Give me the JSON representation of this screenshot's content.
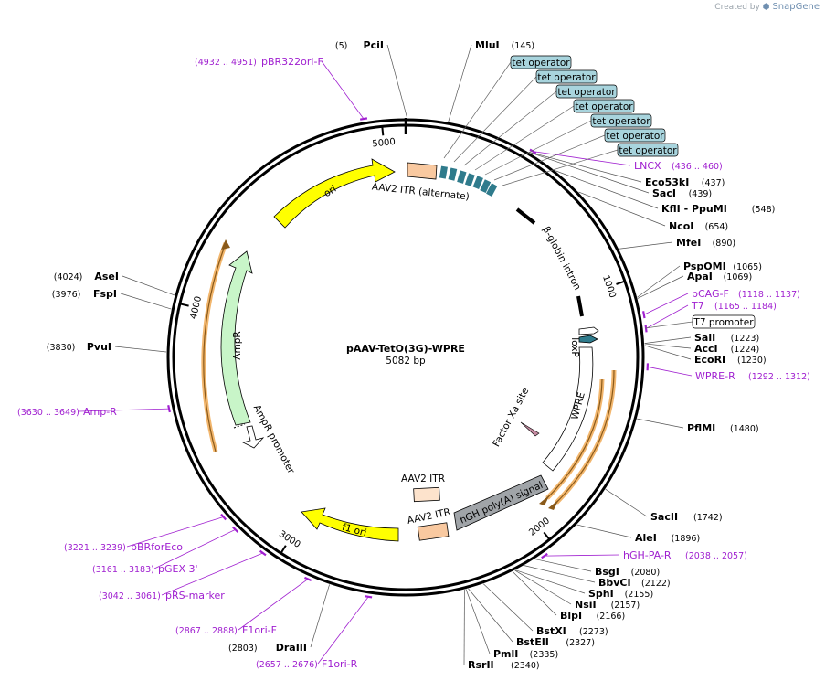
{
  "credit": {
    "prefix": "Created by",
    "brand": "SnapGene"
  },
  "plasmid": {
    "name": "pAAV-TetO(3G)-WPRE",
    "length_label": "5082 bp",
    "length": 5082
  },
  "ticks": [
    {
      "pos": 1000,
      "label": "1000"
    },
    {
      "pos": 2000,
      "label": "2000"
    },
    {
      "pos": 3000,
      "label": "3000"
    },
    {
      "pos": 4000,
      "label": "4000"
    },
    {
      "pos": 5000,
      "label": "5000"
    }
  ],
  "enzymes": [
    {
      "name": "PciI",
      "pos_label": "(5)",
      "pos": 5
    },
    {
      "name": "MluI",
      "pos_label": "(145)",
      "pos": 145
    },
    {
      "name": "Eco53kI",
      "pos_label": "(437)",
      "pos": 437
    },
    {
      "name": "SacI",
      "pos_label": "(439)",
      "pos": 439
    },
    {
      "name": "KflI - PpuMI",
      "pos_label": "(548)",
      "pos": 548
    },
    {
      "name": "NcoI",
      "pos_label": "(654)",
      "pos": 654
    },
    {
      "name": "MfeI",
      "pos_label": "(890)",
      "pos": 890
    },
    {
      "name": "PspOMI",
      "pos_label": "(1065)",
      "pos": 1065
    },
    {
      "name": "ApaI",
      "pos_label": "(1069)",
      "pos": 1069
    },
    {
      "name": "SalI",
      "pos_label": "(1223)",
      "pos": 1223
    },
    {
      "name": "AccI",
      "pos_label": "(1224)",
      "pos": 1224
    },
    {
      "name": "EcoRI",
      "pos_label": "(1230)",
      "pos": 1230
    },
    {
      "name": "PflMI",
      "pos_label": "(1480)",
      "pos": 1480
    },
    {
      "name": "SacII",
      "pos_label": "(1742)",
      "pos": 1742
    },
    {
      "name": "AleI",
      "pos_label": "(1896)",
      "pos": 1896
    },
    {
      "name": "BsgI",
      "pos_label": "(2080)",
      "pos": 2080
    },
    {
      "name": "BbvCI",
      "pos_label": "(2122)",
      "pos": 2122
    },
    {
      "name": "SphI",
      "pos_label": "(2155)",
      "pos": 2155
    },
    {
      "name": "NsiI",
      "pos_label": "(2157)",
      "pos": 2157
    },
    {
      "name": "BlpI",
      "pos_label": "(2166)",
      "pos": 2166
    },
    {
      "name": "BstXI",
      "pos_label": "(2273)",
      "pos": 2273
    },
    {
      "name": "BstEII",
      "pos_label": "(2327)",
      "pos": 2327
    },
    {
      "name": "PmlI",
      "pos_label": "(2335)",
      "pos": 2335
    },
    {
      "name": "RsrII",
      "pos_label": "(2340)",
      "pos": 2340
    },
    {
      "name": "DraIII",
      "pos_label": "(2803)",
      "pos": 2803
    },
    {
      "name": "PvuI",
      "pos_label": "(3830)",
      "pos": 3830
    },
    {
      "name": "FspI",
      "pos_label": "(3976)",
      "pos": 3976
    },
    {
      "name": "AseI",
      "pos_label": "(4024)",
      "pos": 4024
    }
  ],
  "primers": [
    {
      "name": "pBR322ori-F",
      "range": "(4932 .. 4951)",
      "pos": 4941
    },
    {
      "name": "LNCX",
      "range": "(436 .. 460)",
      "pos": 448
    },
    {
      "name": "pCAG-F",
      "range": "(1118 .. 1137)",
      "pos": 1127
    },
    {
      "name": "T7",
      "range": "(1165 .. 1184)",
      "pos": 1174
    },
    {
      "name": "WPRE-R",
      "range": "(1292 .. 1312)",
      "pos": 1302
    },
    {
      "name": "hGH-PA-R",
      "range": "(2038 .. 2057)",
      "pos": 2047
    },
    {
      "name": "F1ori-R",
      "range": "(2657 .. 2676)",
      "pos": 2666
    },
    {
      "name": "F1ori-F",
      "range": "(2867 .. 2888)",
      "pos": 2877
    },
    {
      "name": "pRS-marker",
      "range": "(3042 .. 3061)",
      "pos": 3051
    },
    {
      "name": "pGEX 3'",
      "range": "(3161 .. 3183)",
      "pos": 3172
    },
    {
      "name": "pBRforEco",
      "range": "(3221 .. 3239)",
      "pos": 3230
    },
    {
      "name": "Amp-R",
      "range": "(3630 .. 3649)",
      "pos": 3639
    }
  ],
  "boxed_features": [
    {
      "label": "tet operator"
    },
    {
      "label": "tet operator"
    },
    {
      "label": "tet operator"
    },
    {
      "label": "tet operator"
    },
    {
      "label": "tet operator"
    },
    {
      "label": "tet operator"
    },
    {
      "label": "tet operator"
    }
  ],
  "promoter_box": {
    "label": "T7 promoter"
  },
  "features": {
    "ori": "ori",
    "itr_alt": "AAV2 ITR (alternate)",
    "globin": "β-globin intron",
    "loxp": "loxP",
    "wpre": "WPRE",
    "factor_xa": "Factor Xa site",
    "hgh": "hGH poly(A) signal",
    "itr1": "AAV2 ITR",
    "itr2": "AAV2 ITR",
    "f1ori": "f1 ori",
    "ampr": "AmpR",
    "ampr_promoter": "AmpR promoter"
  },
  "colors": {
    "backbone": "#000000",
    "ori": "#ffff00",
    "itr": "#f9c9a0",
    "itr_light": "#fde3cc",
    "tet": "#2f7b8c",
    "tet_box": "#a8d4dd",
    "hgh": "#a0a4a8",
    "ampr": "#c8f5c8",
    "primer": "#a020d0",
    "orange_arrow": "#f2b66d"
  }
}
